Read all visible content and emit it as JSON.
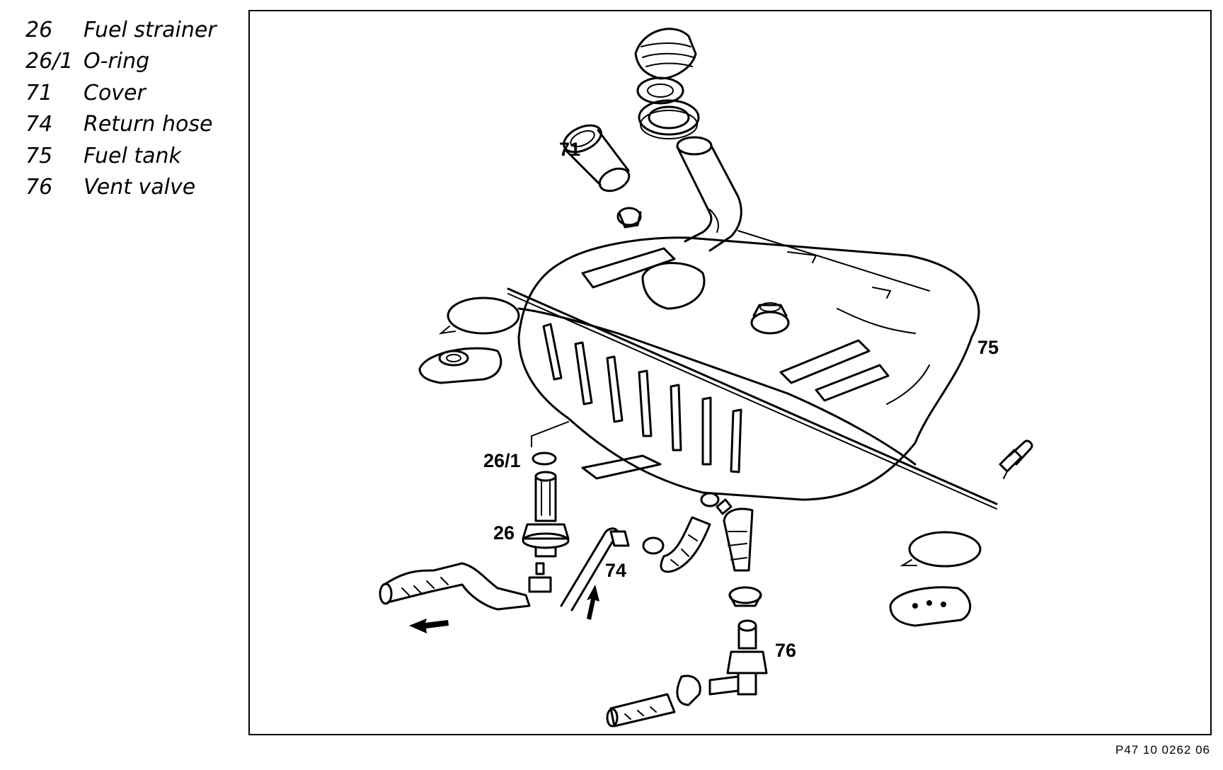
{
  "legend": [
    {
      "number": "26",
      "label": "Fuel strainer"
    },
    {
      "number": "26/1",
      "label": "O-ring"
    },
    {
      "number": "71",
      "label": "Cover"
    },
    {
      "number": "74",
      "label": "Return hose"
    },
    {
      "number": "75",
      "label": "Fuel tank"
    },
    {
      "number": "76",
      "label": "Vent valve"
    }
  ],
  "callouts": {
    "c71": "71",
    "c75": "75",
    "c26_1": "26/1",
    "c26": "26",
    "c74": "74",
    "c76": "76"
  },
  "figure_code": "P47 10 0262 06"
}
